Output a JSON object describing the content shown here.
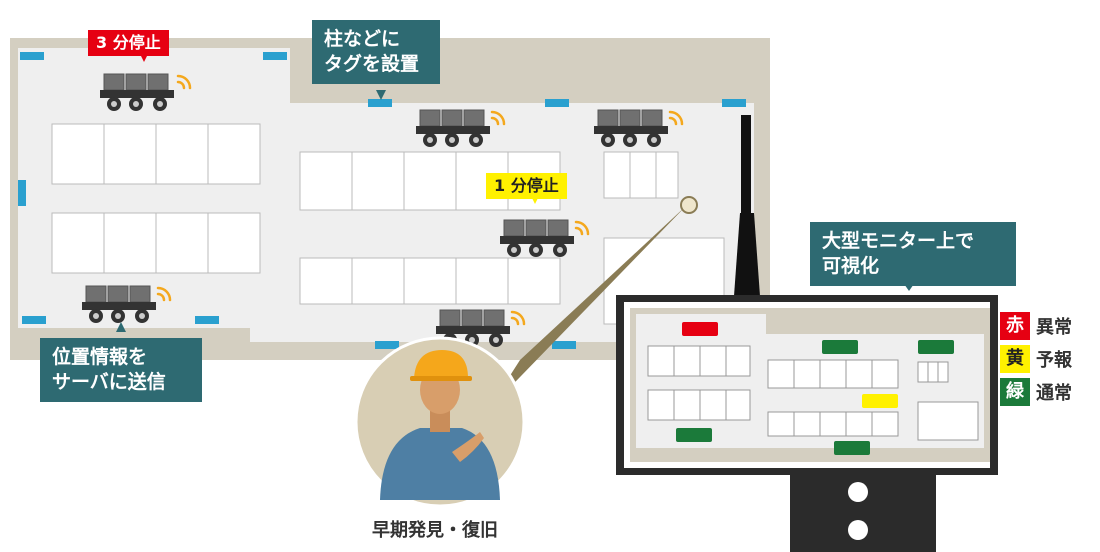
{
  "alerts": {
    "stop_3min": "3 分停止",
    "stop_1min": "1 分停止"
  },
  "callouts": {
    "tags_on_pillars": "柱などに\nタグを設置",
    "send_to_server": "位置情報を\nサーバに送信",
    "monitor_visualize": "大型モニター上で\n可視化"
  },
  "legend": [
    {
      "key": "赤",
      "label": "異常",
      "color": "#e60012",
      "text_color": "#ffffff"
    },
    {
      "key": "黄",
      "label": "予報",
      "color": "#fff100",
      "text_color": "#222222"
    },
    {
      "key": "緑",
      "label": "通常",
      "color": "#1b7a3a",
      "text_color": "#ffffff"
    }
  ],
  "caption": "早期発見・復旧",
  "colors": {
    "floor": "#efefef",
    "wall": "#d4cfc1",
    "tag": "#2aa0cf",
    "cart": "#6e6e6e",
    "callout": "#2e6a72",
    "monitor_frame": "#2b2b2b"
  },
  "icons": [
    "cart-icon",
    "wireless-signal-icon",
    "worker-icon",
    "monitor-stand-icon"
  ]
}
